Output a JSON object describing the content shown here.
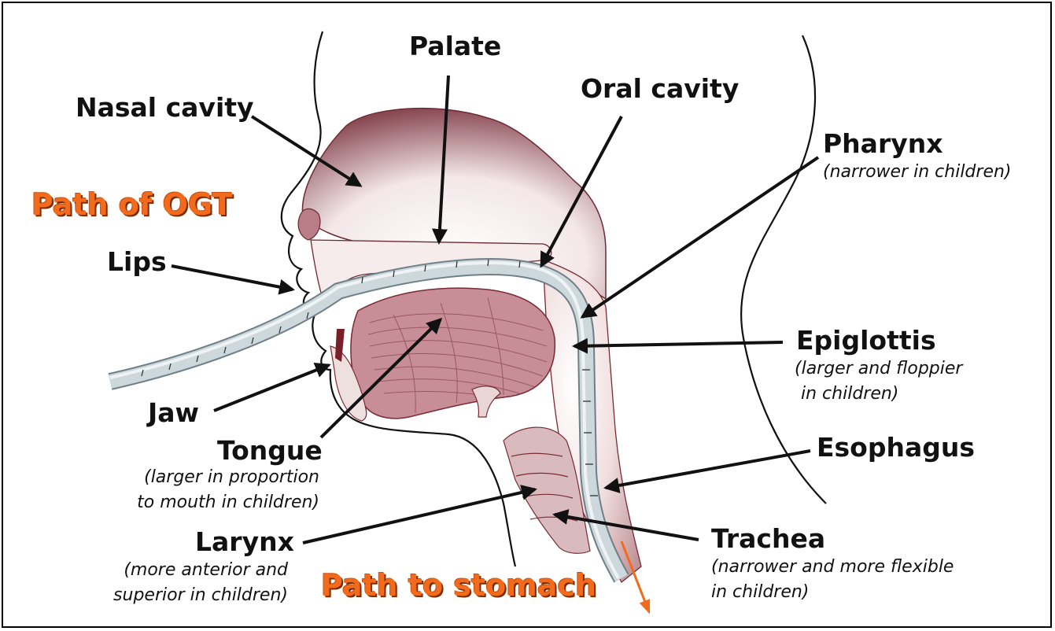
{
  "path_labels": {
    "ogt": "Path of OGT",
    "stomach": "Path to stomach"
  },
  "labels": {
    "nasal_cavity": "Nasal cavity",
    "palate": "Palate",
    "oral_cavity": "Oral cavity",
    "pharynx": "Pharynx",
    "pharynx_note": "(narrower in children)",
    "lips": "Lips",
    "epiglottis": "Epiglottis",
    "epiglottis_note_1": "(larger and floppier",
    "epiglottis_note_2": "in children)",
    "jaw": "Jaw",
    "tongue": "Tongue",
    "tongue_note_1": "(larger in proportion",
    "tongue_note_2": "to mouth in children)",
    "esophagus": "Esophagus",
    "larynx": "Larynx",
    "larynx_note_1": "(more anterior and",
    "larynx_note_2": "superior in children)",
    "trachea": "Trachea",
    "trachea_note_1": "(narrower and more flexible",
    "trachea_note_2": "in children)"
  },
  "colors": {
    "path_label": "#f26a1b",
    "tissue": "#7a2a33",
    "tube": "#c9d3d8",
    "arrow": "#111111",
    "path_arrow": "#f26a1b"
  },
  "icons": {
    "arrow": "black-pointer-arrow",
    "path_arrow": "orange-direction-arrow"
  }
}
